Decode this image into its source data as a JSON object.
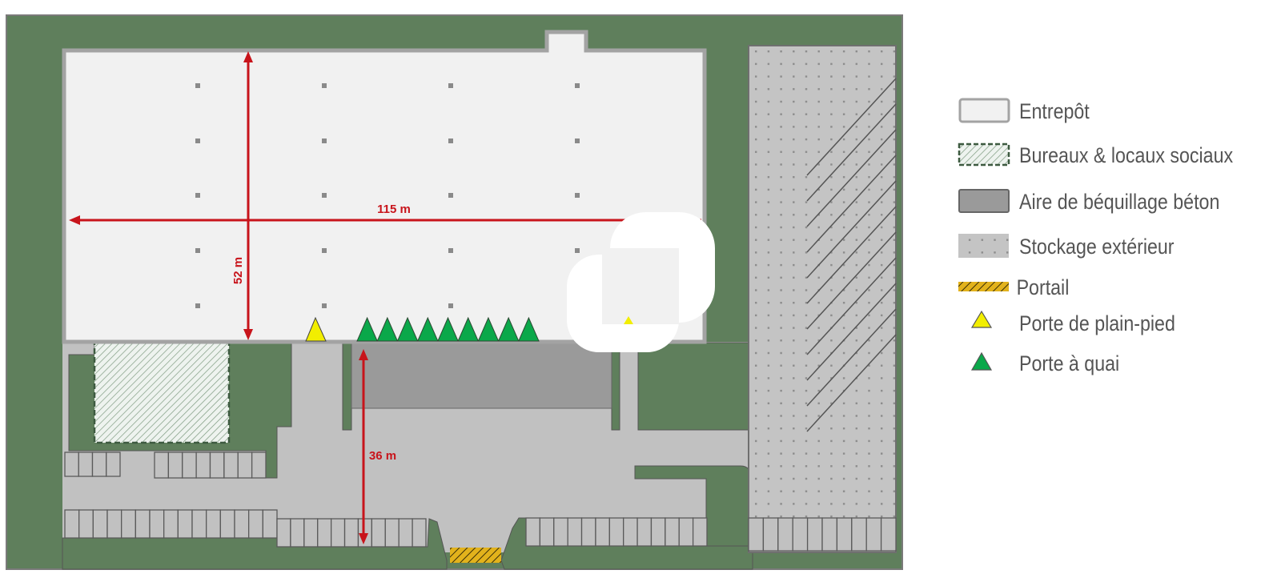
{
  "plan": {
    "dimensions": {
      "width_label": "115 m",
      "depth_label": "52 m",
      "yard_label": "36 m"
    },
    "doors": {
      "loading_docks": 9,
      "ground_level_doors": 2
    }
  },
  "legend": {
    "items": [
      {
        "key": "warehouse",
        "label": "Entrepôt"
      },
      {
        "key": "offices",
        "label": "Bureaux & locaux sociaux"
      },
      {
        "key": "concrete",
        "label": "Aire de béquillage béton"
      },
      {
        "key": "storage",
        "label": "Stockage extérieur"
      },
      {
        "key": "gate",
        "label": "Portail"
      },
      {
        "key": "ground_door",
        "label": "Porte de plain-pied"
      },
      {
        "key": "dock_door",
        "label": "Porte à quai"
      }
    ]
  },
  "colors": {
    "greenery": "#5f7f5c",
    "warehouse": "#f1f1f1",
    "pavement": "#c1c1c1",
    "concrete": "#9a9a9a",
    "dimension": "#c8141b",
    "ground_door": "#f2ee00",
    "dock_door": "#0aa84a",
    "gate": "#e2b21c"
  }
}
